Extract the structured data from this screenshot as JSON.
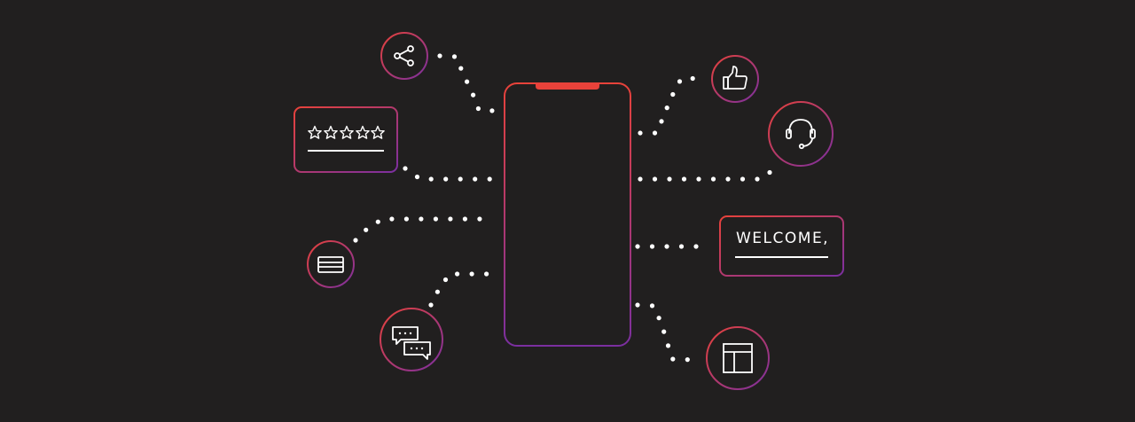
{
  "canvas": {
    "background": "#211f1f"
  },
  "colors": {
    "gradient_start": "#e8423a",
    "gradient_end": "#7b2fa0",
    "notch": "#e8423a",
    "connector_dots": "#ffffff",
    "icon_stroke": "#ffffff"
  },
  "phone": {
    "screen": "blank"
  },
  "features": {
    "share": {
      "icon": "share-icon"
    },
    "rating": {
      "icon": "five-star-rating-icon",
      "stars": 5
    },
    "card": {
      "icon": "credit-card-icon"
    },
    "chat": {
      "icon": "chat-bubbles-icon"
    },
    "like": {
      "icon": "thumbs-up-icon"
    },
    "support": {
      "icon": "headset-icon"
    },
    "welcome": {
      "text": "WELCOME,"
    },
    "layout": {
      "icon": "layout-icon"
    }
  }
}
